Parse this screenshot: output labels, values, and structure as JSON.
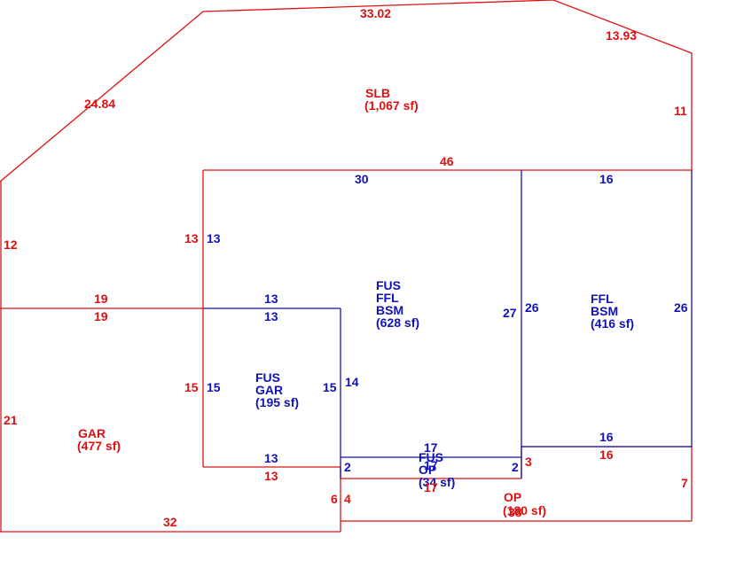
{
  "colors": {
    "red": "#dd1111",
    "blue": "#1111bb"
  },
  "areas": {
    "slb": {
      "name": "SLB",
      "size": "(1,067 sf)"
    },
    "fus_ffl_bsm": {
      "line1": "FUS",
      "line2": "FFL",
      "line3": "BSM",
      "size": "(628 sf)"
    },
    "ffl_bsm": {
      "line1": "FFL",
      "line2": "BSM",
      "size": "(416 sf)"
    },
    "fus_gar": {
      "line1": "FUS",
      "line2": "GAR",
      "size": "(195 sf)"
    },
    "gar": {
      "name": "GAR",
      "size": "(477 sf)"
    },
    "fus_op": {
      "line1": "FUS",
      "line2": "OP",
      "size": "(34 sf)"
    },
    "op": {
      "name": "OP",
      "size": "(180 sf)"
    }
  },
  "dims": {
    "d33_02": "33.02",
    "d13_93": "13.93",
    "d24_84": "24.84",
    "d11": "11",
    "d46": "46",
    "d30": "30",
    "d16_top": "16",
    "d12": "12",
    "d13_red_left": "13",
    "d13_blue_left": "13",
    "d19_top": "19",
    "d19_bottom": "19",
    "d13_blue_top": "13",
    "d13_blue_bottom": "13",
    "d27": "27",
    "d26_left": "26",
    "d26_right": "26",
    "d21": "21",
    "d15_red": "15",
    "d15_blue_left": "15",
    "d15_blue_right": "15",
    "d14": "14",
    "d16_blue_bottom": "16",
    "d16_red_bottom": "16",
    "d17_blue": "17",
    "d17_red": "17",
    "d17_overlap": "17",
    "d13_gar_blue": "13",
    "d13_gar_red": "13",
    "d2_left": "2",
    "d2_right": "2",
    "d3": "3",
    "d7": "7",
    "d6": "6",
    "d4": "4",
    "d38": "38",
    "d32": "32"
  }
}
